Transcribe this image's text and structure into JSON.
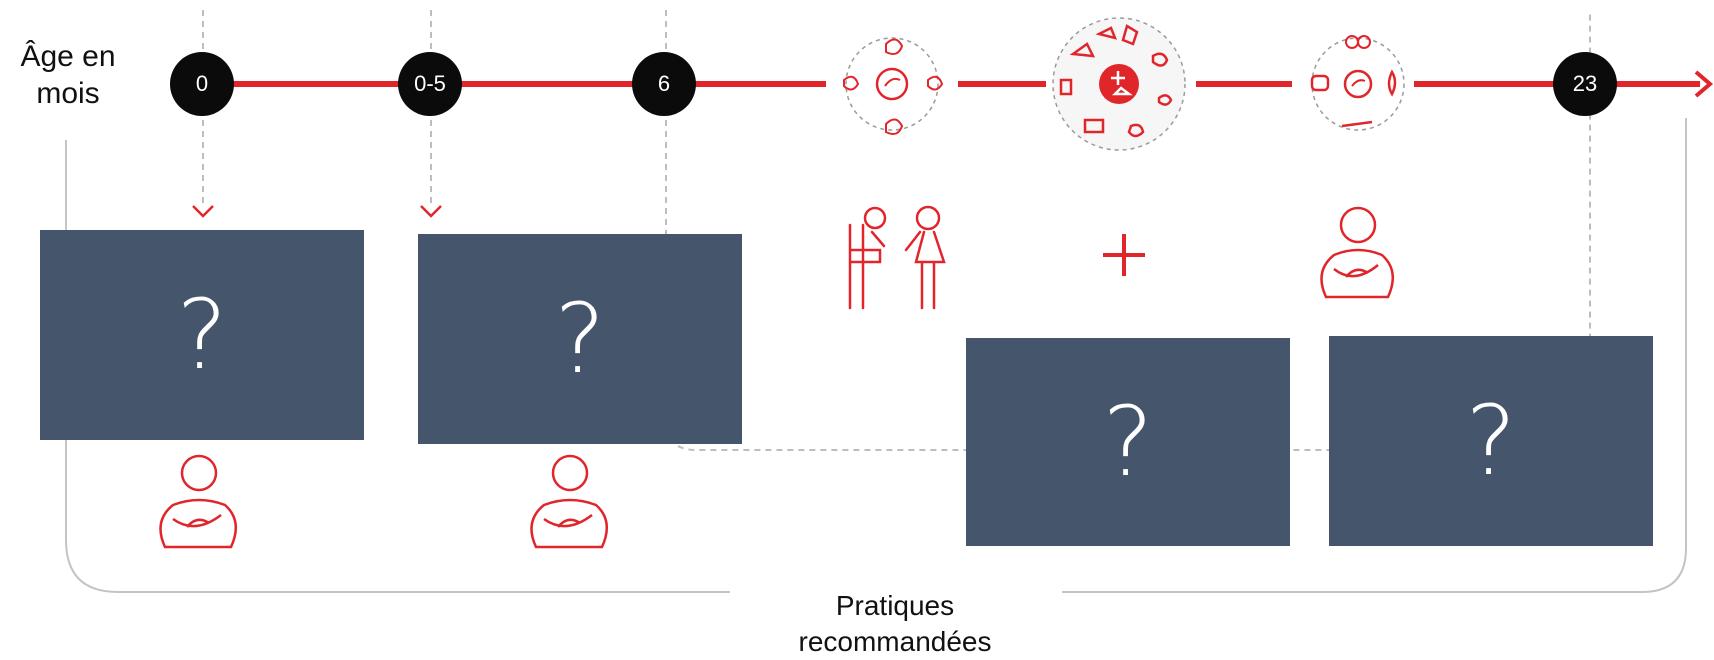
{
  "axis": {
    "label_line1": "Âge en",
    "label_line2": "mois",
    "color": "#e1262b",
    "milestones": [
      "0",
      "0-5",
      "6",
      "23"
    ]
  },
  "boxes": [
    {
      "text": "?"
    },
    {
      "text": "?"
    },
    {
      "text": "?"
    },
    {
      "text": "?"
    }
  ],
  "footer": {
    "line1": "Pratiques",
    "line2": "recommandées"
  },
  "icons": [
    "mother-breastfeeding-icon",
    "food-group-circle-icon",
    "caregiver-feeding-child-icon",
    "plus-icon"
  ],
  "colors": {
    "accent": "#e1262b",
    "box": "#45556b",
    "milestone": "#0b0b0b",
    "frame": "#bdbdbd"
  }
}
